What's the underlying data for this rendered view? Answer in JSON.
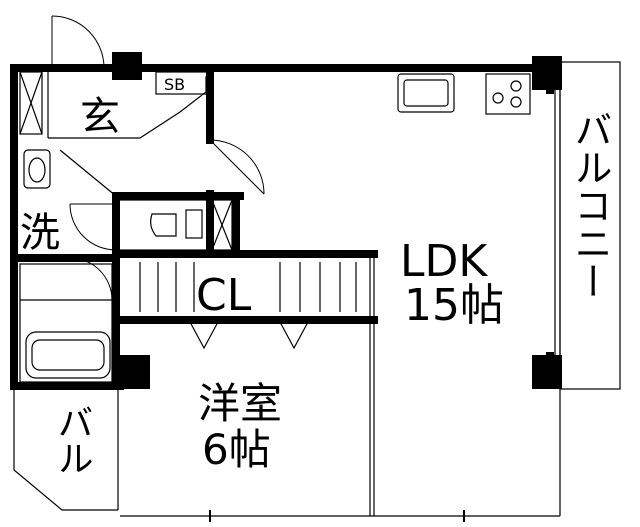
{
  "rooms": {
    "entrance": "玄",
    "shoe_box": "SB",
    "washroom": "洗",
    "closet": "CL",
    "ldk_name": "LDK",
    "ldk_size": "15帖",
    "bedroom_name": "洋室",
    "bedroom_size": "6帖",
    "balcony_right": "バルコニー",
    "balcony_left": "バル"
  },
  "colors": {
    "wall": "#000000",
    "background": "#ffffff"
  }
}
